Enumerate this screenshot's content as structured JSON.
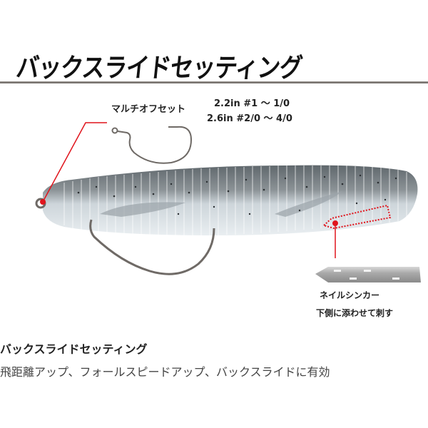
{
  "header": {
    "title": "バックスライドセッティング"
  },
  "callouts": {
    "hook": {
      "label": "マルチオフセット",
      "sizes": [
        "2.2in  #1 ～ 1/0",
        "2.6in  #2/0 ～ 4/0"
      ]
    },
    "sinker": {
      "name": "ネイルシンカー",
      "note": "下側に添わせて刺す"
    }
  },
  "description": {
    "title": "バックスライドセッティング",
    "body": "飛距離アップ、フォールスピードアップ、バックスライドに有効"
  },
  "colors": {
    "accent_red": "#e0141c",
    "rule": "#7a7470",
    "hook_metal": "#6f6a66",
    "lure_top": "#7d8488",
    "lure_bottom": "#e4eaee"
  }
}
